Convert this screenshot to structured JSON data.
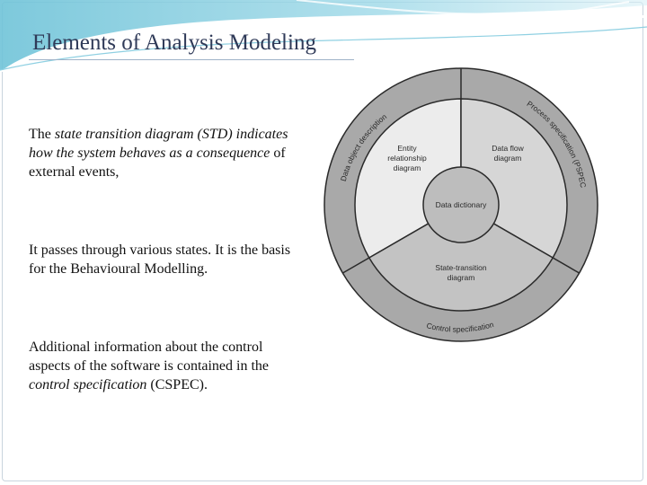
{
  "slide": {
    "title": "Elements of Analysis Modeling",
    "paragraph1": {
      "a": "The ",
      "b": "state transition diagram (STD)",
      "c": " ",
      "d": "indicates how the system behaves as a consequence",
      "e": " of external events,"
    },
    "paragraph2": {
      "a": "It passes through various states. It is the basis for the Behavioural Modelling."
    },
    "paragraph3": {
      "a": "Additional information about the control aspects of the software is contained in the ",
      "b": "control specification",
      "c": " (CSPEC)."
    }
  },
  "diagram": {
    "core": "Data dictionary",
    "inner_labels": {
      "erd_line1": "Entity",
      "erd_line2": "relationship",
      "erd_line3": "diagram",
      "dfd_line1": "Data flow",
      "dfd_line2": "diagram",
      "std_line1": "State-transition",
      "std_line2": "diagram"
    },
    "outer_labels": {
      "data_object": "Data object description",
      "process": "Process specification (PSPEC)",
      "control": "Control specification"
    },
    "colors": {
      "outer_ring": "#a9a9a9",
      "left_sector": "#ececec",
      "right_sector": "#d6d6d6",
      "bottom_sector": "#c3c3c3",
      "core": "#bdbdbd",
      "lines": "#2a2a2a"
    }
  }
}
